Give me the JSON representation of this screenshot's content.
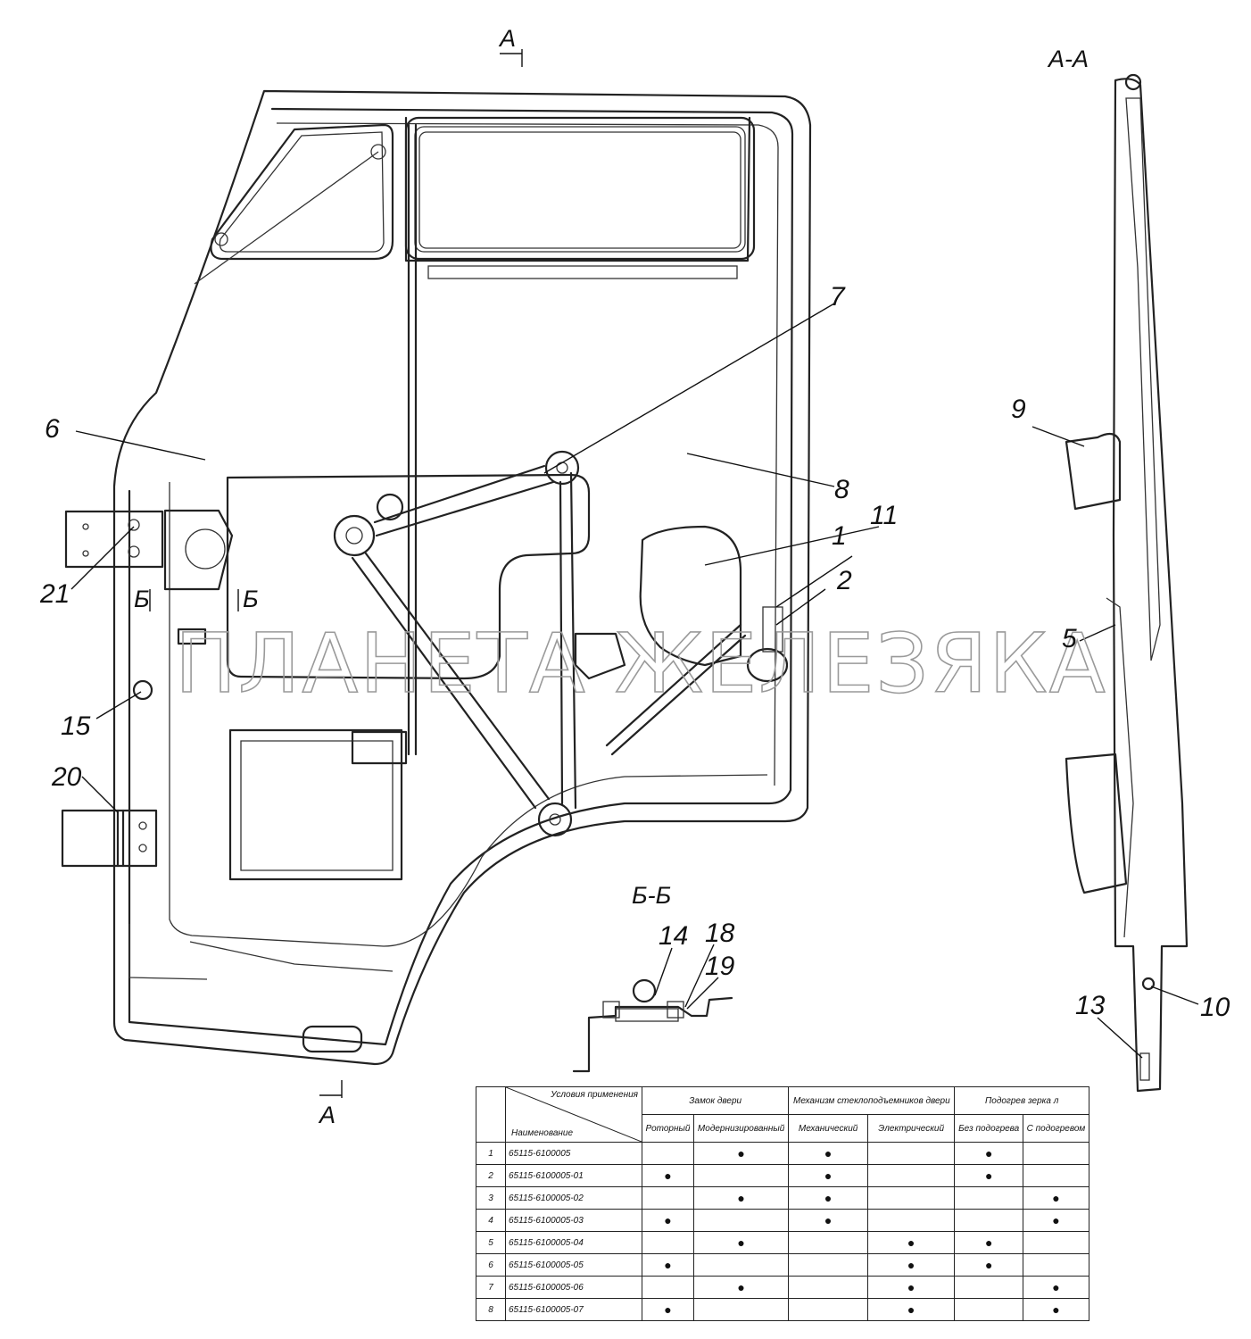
{
  "watermark": "ПЛАНЕТА ЖЕЛЕЗЯКА",
  "section_labels": {
    "cut_a_top": "А",
    "cut_a_bottom": "А",
    "cut_b_left": "Б",
    "cut_b_right": "Б",
    "view_aa": "А-А",
    "view_bb": "Б-Б"
  },
  "callouts": [
    "1",
    "2",
    "5",
    "6",
    "7",
    "8",
    "9",
    "10",
    "11",
    "13",
    "14",
    "15",
    "18",
    "19",
    "20",
    "21"
  ],
  "table": {
    "corner_top": "Условия применения",
    "corner_bottom": "Наименование",
    "groups": [
      "Замок двери",
      "Механизм стеклоподъемников двери",
      "Подогрев зерка л"
    ],
    "columns": [
      "Роторный",
      "Модернизированный",
      "Механический",
      "Электрический",
      "Без подогрева",
      "С подогревом"
    ],
    "marker": "●",
    "rows": [
      {
        "n": "1",
        "name": "65115-6100005",
        "marks": [
          false,
          true,
          true,
          false,
          true,
          false
        ]
      },
      {
        "n": "2",
        "name": "65115-6100005-01",
        "marks": [
          true,
          false,
          true,
          false,
          true,
          false
        ]
      },
      {
        "n": "3",
        "name": "65115-6100005-02",
        "marks": [
          false,
          true,
          true,
          false,
          false,
          true
        ]
      },
      {
        "n": "4",
        "name": "65115-6100005-03",
        "marks": [
          true,
          false,
          true,
          false,
          false,
          true
        ]
      },
      {
        "n": "5",
        "name": "65115-6100005-04",
        "marks": [
          false,
          true,
          false,
          true,
          true,
          false
        ]
      },
      {
        "n": "6",
        "name": "65115-6100005-05",
        "marks": [
          true,
          false,
          false,
          true,
          true,
          false
        ]
      },
      {
        "n": "7",
        "name": "65115-6100005-06",
        "marks": [
          false,
          true,
          false,
          true,
          false,
          true
        ]
      },
      {
        "n": "8",
        "name": "65115-6100005-07",
        "marks": [
          true,
          false,
          false,
          true,
          false,
          true
        ]
      }
    ]
  }
}
